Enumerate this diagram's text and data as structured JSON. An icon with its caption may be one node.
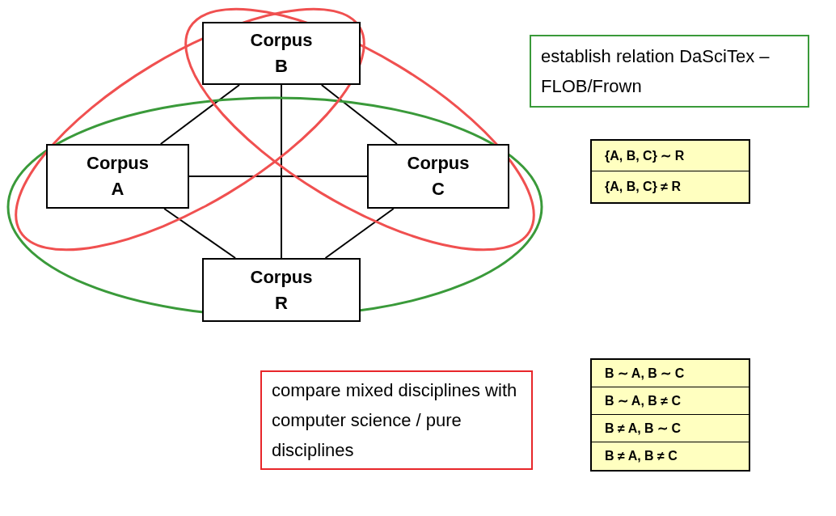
{
  "diagram": {
    "nodes": [
      {
        "text": [
          "Corpus B"
        ]
      },
      {
        "text": [
          "Corpus A"
        ]
      },
      {
        "text": [
          "Corpus C"
        ]
      },
      {
        "text": [
          "Corpus R"
        ]
      },
      {
        "text": [
          "establish relation DaSciTex – FLOB/Frown"
        ]
      },
      {
        "text": [
          "compare mixed disciplines with computer science / pure disciplines"
        ]
      }
    ],
    "edges": [
      {
        "from": 1,
        "to": 0,
        "arrow": "none"
      },
      {
        "from": 0,
        "to": 2,
        "arrow": "none"
      },
      {
        "from": 1,
        "to": 2,
        "arrow": "none"
      },
      {
        "from": 0,
        "to": 3,
        "arrow": "none"
      },
      {
        "from": 1,
        "to": 3,
        "arrow": "none"
      },
      {
        "from": 2,
        "to": 3,
        "arrow": "none"
      }
    ],
    "labels": [
      "{A, B, C} ∼ R",
      "{A, B, C} ≠ R",
      "B ∼ A, B ∼ C",
      "B ∼ A, B ≠ C",
      "B ≠ A, B ∼ C",
      "B ≠ A, B ≠ C"
    ]
  }
}
